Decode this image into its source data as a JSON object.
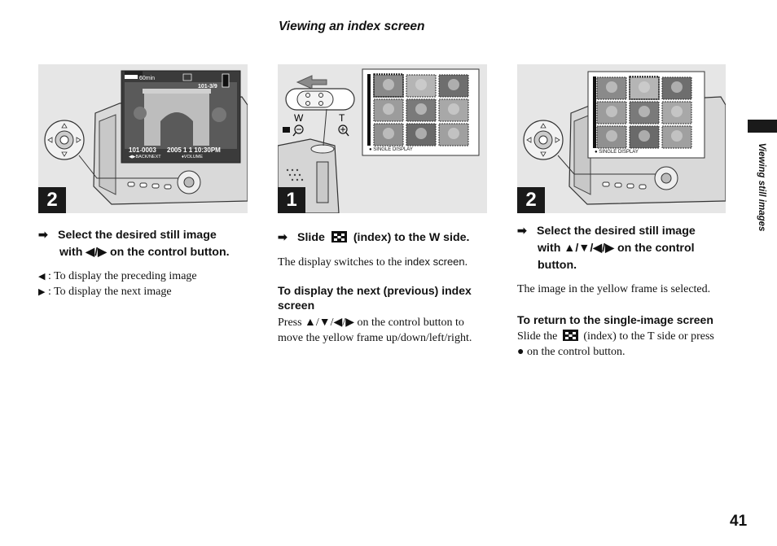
{
  "section_title": "Viewing an index screen",
  "side_tab_label": "Viewing still images",
  "page_number": "41",
  "col1": {
    "step": "2",
    "instruction_line1": "Select the desired still image",
    "instruction_line2": "with ◀/▶ on the control button.",
    "bullets": [
      {
        "symbol": "◀",
        "text": ": To display the preceding image"
      },
      {
        "symbol": "▶",
        "text": ": To display the next image"
      }
    ],
    "lcd": {
      "battery": "60min",
      "folder_counter": "101-3/9",
      "file_number": "101-0003",
      "datetime": "2005  1  1 10:30PM",
      "back_next": "◀▶BACK/NEXT",
      "volume": "♦VOLUME"
    }
  },
  "col2": {
    "step": "1",
    "instruction_prefix": "Slide",
    "instruction_suffix": "(index) to the W side.",
    "desc_prefix": "The display switches to the",
    "desc_bold": "index screen",
    "desc_end": ".",
    "subhead_line1": "To display the next (previous) index",
    "subhead_line2": "screen",
    "body_line1": "Press ▲/▼/◀/▶ on the control button to",
    "body_line2": "move the yellow frame up/down/left/right.",
    "zoom_w": "W",
    "zoom_t": "T",
    "single_display": "● SINGLE DISPLAY"
  },
  "col3": {
    "step": "2",
    "instruction_line1": "Select the desired still image",
    "instruction_line2": "with ▲/▼/◀/▶ on the control",
    "instruction_line3": "button.",
    "desc": "The image in the yellow frame is selected.",
    "subhead": "To return to the single-image screen",
    "body_prefix": "Slide the",
    "body_suffix": "(index) to the T side or press",
    "body_line2": "● on the control button.",
    "single_display": "● SINGLE DISPLAY"
  }
}
